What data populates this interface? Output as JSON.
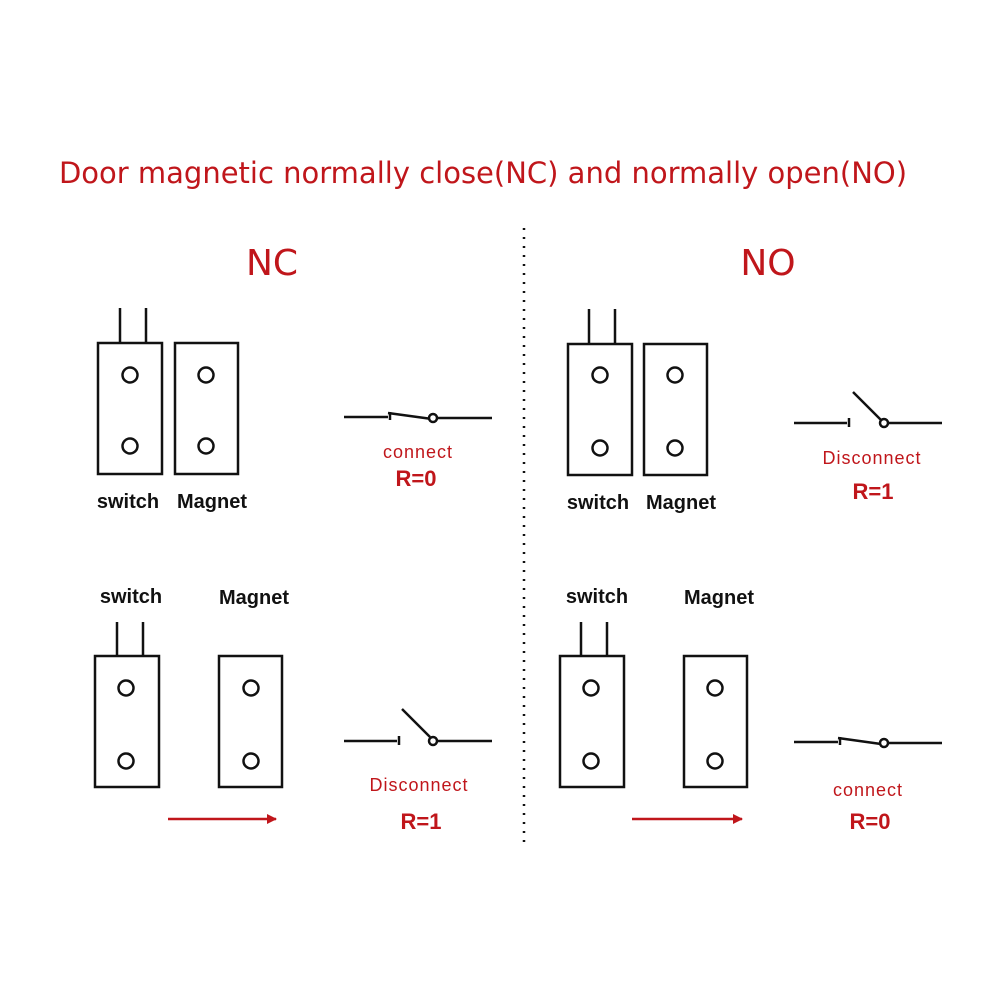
{
  "title": "Door magnetic normally close(NC) and normally open(NO)",
  "colors": {
    "accent": "#c0161b",
    "ink": "#111111",
    "background": "#ffffff"
  },
  "nc": {
    "heading": "NC",
    "closed": {
      "switch_label": "switch",
      "magnet_label": "Magnet",
      "state": "connect",
      "resistance": "R=0"
    },
    "open": {
      "switch_label": "switch",
      "magnet_label": "Magnet",
      "state": "Disconnect",
      "resistance": "R=1"
    }
  },
  "no": {
    "heading": "NO",
    "closed": {
      "switch_label": "switch",
      "magnet_label": "Magnet",
      "state": "Disconnect",
      "resistance": "R=1"
    },
    "open": {
      "switch_label": "switch",
      "magnet_label": "Magnet",
      "state": "connect",
      "resistance": "R=0"
    }
  }
}
